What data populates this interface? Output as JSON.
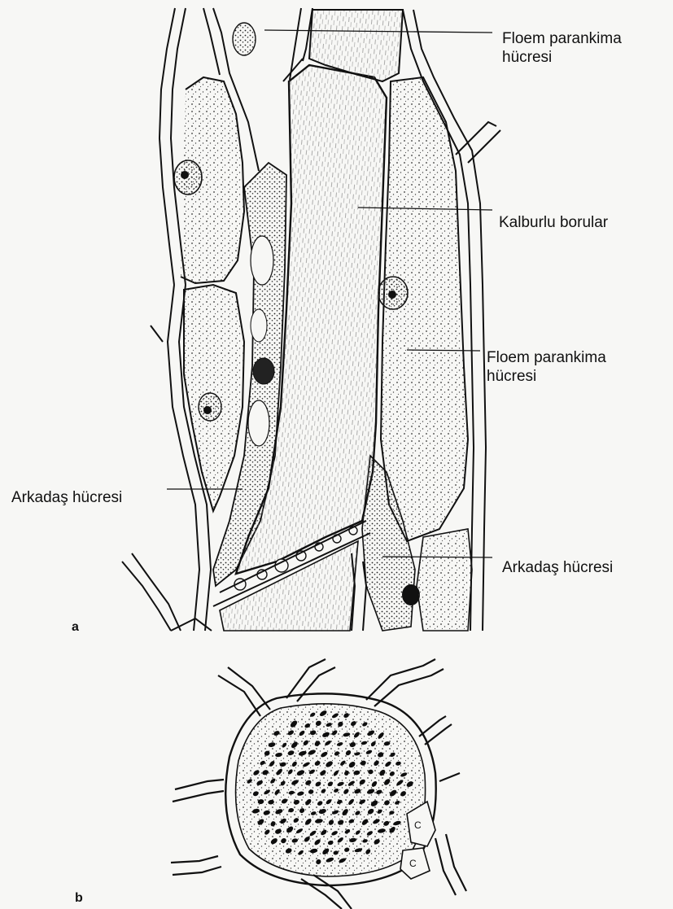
{
  "figure": {
    "panel_a": "a",
    "panel_b": "b",
    "labels": {
      "floem_top_line1": "Floem parankima",
      "floem_top_line2": "hücresi",
      "kalburlu": "Kalburlu borular",
      "floem_mid_line1": "Floem parankima",
      "floem_mid_line2": "hücresi",
      "arkadas_left": "Arkadaş hücresi",
      "arkadas_right": "Arkadaş hücresi"
    },
    "companion_marks": [
      "C",
      "C"
    ]
  }
}
